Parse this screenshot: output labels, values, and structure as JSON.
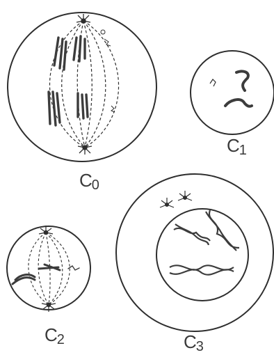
{
  "cells": [
    {
      "id": "c0",
      "letter": "C",
      "index": "0"
    },
    {
      "id": "c1",
      "letter": "C",
      "index": "1"
    },
    {
      "id": "c2",
      "letter": "C",
      "index": "2"
    },
    {
      "id": "c3",
      "letter": "C",
      "index": "3"
    }
  ],
  "colors": {
    "ink": "#2e2e2e",
    "chromosome": "#3c3c3c",
    "paper": "#ffffff"
  }
}
